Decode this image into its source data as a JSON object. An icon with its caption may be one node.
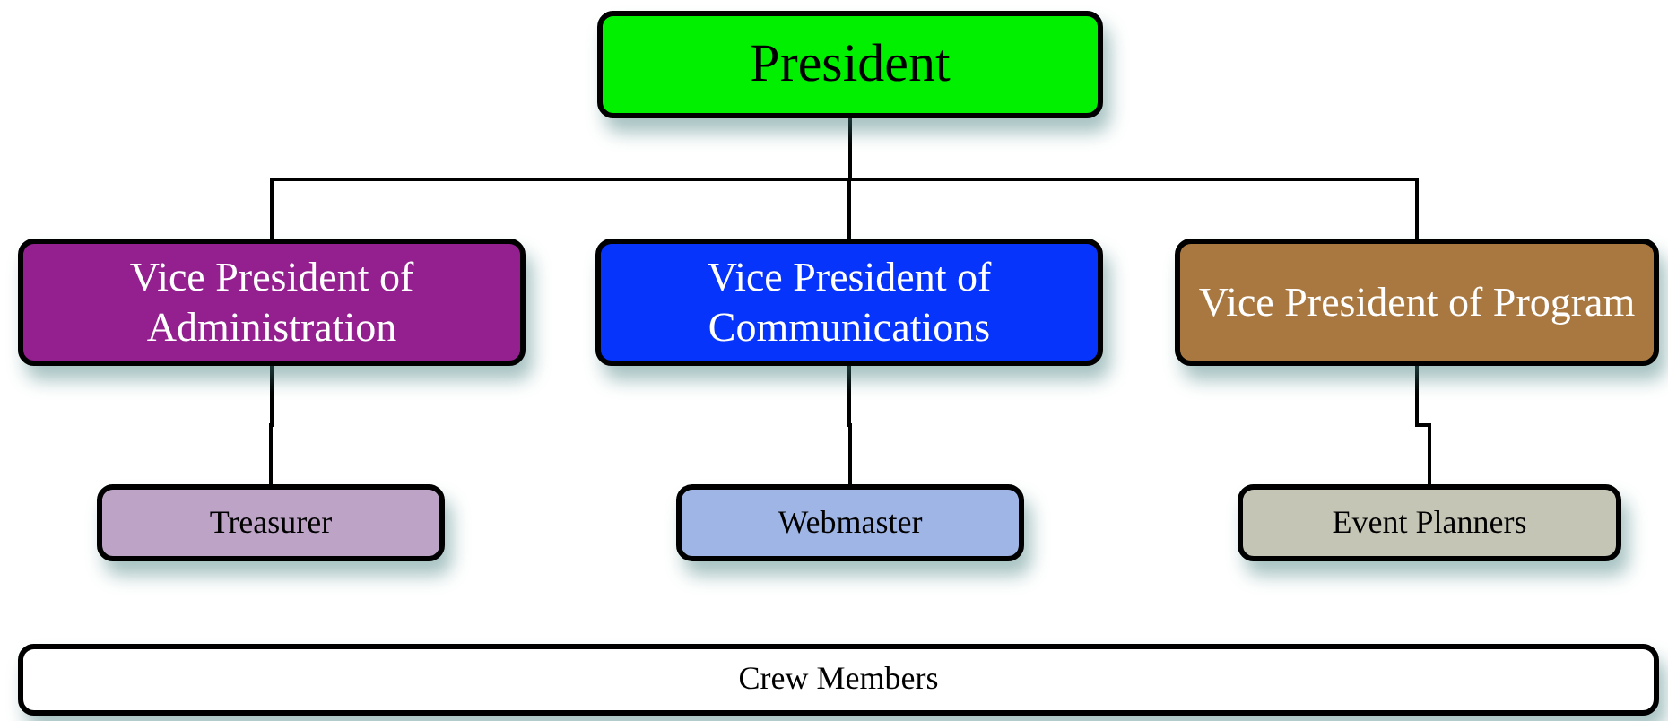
{
  "diagram": {
    "nodes": [
      {
        "text": [
          "President"
        ]
      },
      {
        "text": [
          "Vice President of Administration"
        ]
      },
      {
        "text": [
          "Vice President of Communications"
        ]
      },
      {
        "text": [
          "Vice President of Program"
        ]
      },
      {
        "text": [
          "Treasurer"
        ]
      },
      {
        "text": [
          "Webmaster"
        ]
      },
      {
        "text": [
          "Event Planners"
        ]
      },
      {
        "text": [
          "Crew Members"
        ]
      }
    ],
    "edges": [
      {
        "from": 0,
        "to": 1,
        "arrow": "none"
      },
      {
        "from": 0,
        "to": 2,
        "arrow": "none"
      },
      {
        "from": 0,
        "to": 3,
        "arrow": "none"
      },
      {
        "from": 1,
        "to": 4,
        "arrow": "none"
      },
      {
        "from": 2,
        "to": 5,
        "arrow": "none"
      },
      {
        "from": 3,
        "to": 6,
        "arrow": "none"
      }
    ]
  }
}
